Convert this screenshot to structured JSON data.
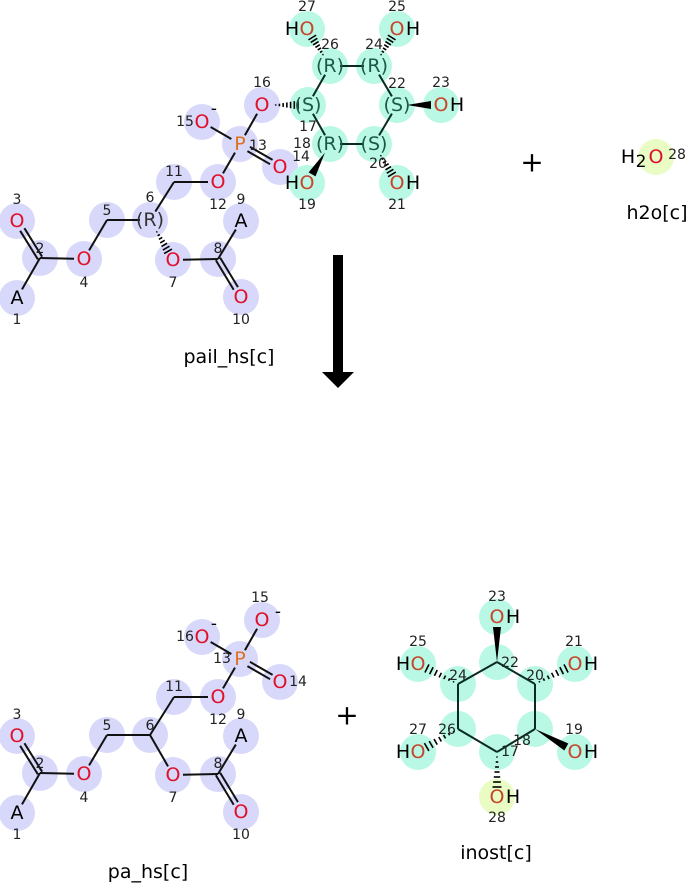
{
  "reaction": {
    "plus_label": "+",
    "arrow_icon": "reaction-arrow-down",
    "reactants": [
      {
        "id": "pail_hs",
        "name": "pail_hs[c]",
        "atoms": [
          {
            "n": "1",
            "label": "A"
          },
          {
            "n": "2",
            "label": ""
          },
          {
            "n": "3",
            "label": "O"
          },
          {
            "n": "4",
            "label": "O"
          },
          {
            "n": "5",
            "label": ""
          },
          {
            "n": "6",
            "label": "(R)"
          },
          {
            "n": "7",
            "label": "O"
          },
          {
            "n": "8",
            "label": ""
          },
          {
            "n": "9",
            "label": "A"
          },
          {
            "n": "10",
            "label": "O"
          },
          {
            "n": "11",
            "label": ""
          },
          {
            "n": "12",
            "label": "O"
          },
          {
            "n": "13",
            "label": "P"
          },
          {
            "n": "14",
            "label": "O"
          },
          {
            "n": "15",
            "label": "O",
            "charge": "-"
          },
          {
            "n": "16",
            "label": "O"
          },
          {
            "n": "17",
            "label": "(S)"
          },
          {
            "n": "18",
            "label": "(R)"
          },
          {
            "n": "19",
            "label": "O",
            "h": "H"
          },
          {
            "n": "20",
            "label": "(S)"
          },
          {
            "n": "21",
            "label": "O",
            "h": "H"
          },
          {
            "n": "22",
            "label": "(S)"
          },
          {
            "n": "23",
            "label": "O",
            "h": "H"
          },
          {
            "n": "24",
            "label": "(R)"
          },
          {
            "n": "25",
            "label": "O",
            "h": "H"
          },
          {
            "n": "26",
            "label": "(R)"
          },
          {
            "n": "27",
            "label": "O",
            "h": "H"
          }
        ]
      },
      {
        "id": "h2o",
        "name": "h2o[c]",
        "atoms": [
          {
            "n": "28",
            "label": "O",
            "prefix": "H",
            "sub": "2"
          }
        ]
      }
    ],
    "products": [
      {
        "id": "pa_hs",
        "name": "pa_hs[c]",
        "atoms": [
          {
            "n": "1",
            "label": "A"
          },
          {
            "n": "2",
            "label": ""
          },
          {
            "n": "3",
            "label": "O"
          },
          {
            "n": "4",
            "label": "O"
          },
          {
            "n": "5",
            "label": ""
          },
          {
            "n": "6",
            "label": ""
          },
          {
            "n": "7",
            "label": "O"
          },
          {
            "n": "8",
            "label": ""
          },
          {
            "n": "9",
            "label": "A"
          },
          {
            "n": "10",
            "label": "O"
          },
          {
            "n": "11",
            "label": ""
          },
          {
            "n": "12",
            "label": "O"
          },
          {
            "n": "13",
            "label": "P"
          },
          {
            "n": "14",
            "label": "O"
          },
          {
            "n": "15",
            "label": "O",
            "charge": "-"
          },
          {
            "n": "16",
            "label": "O",
            "charge": "-"
          }
        ]
      },
      {
        "id": "inost",
        "name": "inost[c]",
        "atoms": [
          {
            "n": "17",
            "label": ""
          },
          {
            "n": "18",
            "label": ""
          },
          {
            "n": "19",
            "label": "O",
            "h": "H"
          },
          {
            "n": "20",
            "label": ""
          },
          {
            "n": "21",
            "label": "O",
            "h": "H"
          },
          {
            "n": "22",
            "label": ""
          },
          {
            "n": "23",
            "label": "O",
            "h": "H"
          },
          {
            "n": "24",
            "label": ""
          },
          {
            "n": "25",
            "label": "O",
            "h": "H"
          },
          {
            "n": "26",
            "label": ""
          },
          {
            "n": "27",
            "label": "O",
            "h": "H"
          },
          {
            "n": "28",
            "label": "O",
            "h": "H"
          }
        ]
      }
    ]
  },
  "colors": {
    "lavender": "#d8d8fa",
    "mint": "#b8f8e4",
    "yellow": "#e8fcc4",
    "oxygen": "#e0102a",
    "phosphorus": "#e07020"
  }
}
